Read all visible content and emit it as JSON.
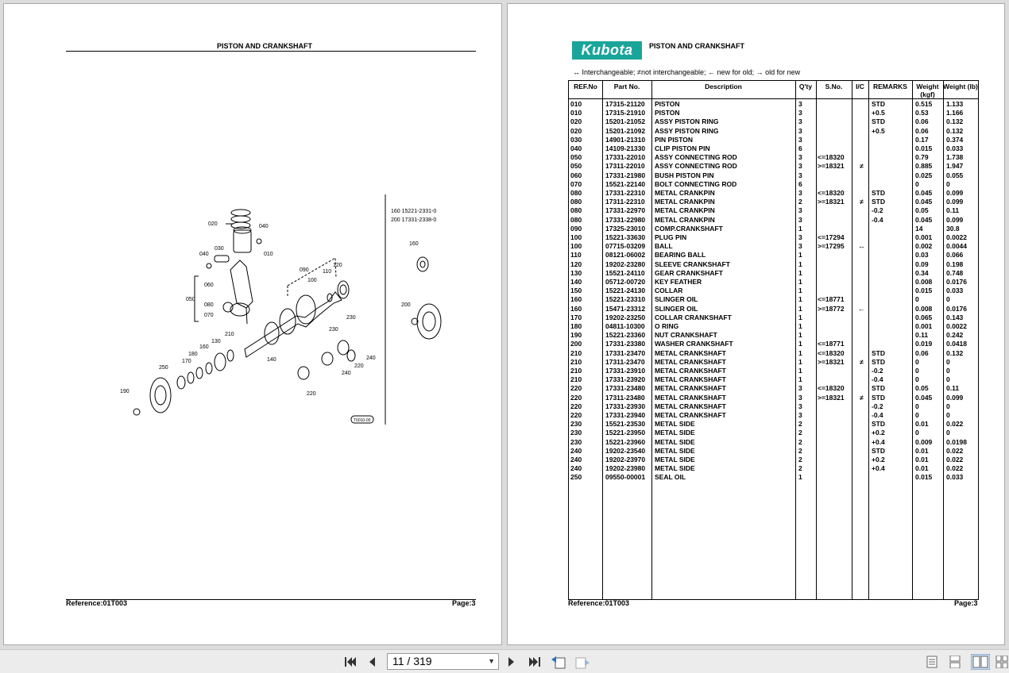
{
  "left_page": {
    "title": "PISTON AND CRANKSHAFT",
    "reference": "Reference:01T003",
    "page": "Page:3",
    "diagram": {
      "notes": [
        "160    15221-2331-0",
        "200    17331-2338-0"
      ],
      "callouts": [
        "020",
        "040",
        "030",
        "010",
        "040",
        "060",
        "050",
        "080",
        "070",
        "090",
        "100",
        "110",
        "120",
        "160",
        "200",
        "210",
        "130",
        "160",
        "180",
        "170",
        "250",
        "190",
        "230",
        "230",
        "240",
        "240",
        "220",
        "220",
        "140",
        "T0010-00"
      ]
    }
  },
  "right_page": {
    "logo": "Kubota",
    "title": "PISTON AND CRANKSHAFT",
    "legend": "↔ Interchangeable;   ≠not interchangeable;   ← new for old;   → old for new",
    "reference": "Reference:01T003",
    "page": "Page:3",
    "table": {
      "headers": [
        "REF.No",
        "Part No.",
        "Description",
        "Q'ty",
        "S.No.",
        "I/C",
        "REMARKS",
        "Weight (kgf)",
        "Weight (lb)"
      ],
      "rows": [
        [
          "010",
          "17315-21120",
          "PISTON",
          "3",
          "",
          "",
          "STD",
          "0.515",
          "1.133"
        ],
        [
          "010",
          "17315-21910",
          "PISTON",
          "3",
          "",
          "",
          "+0.5",
          "0.53",
          "1.166"
        ],
        [
          "020",
          "15201-21052",
          "ASSY PISTON RING",
          "3",
          "",
          "",
          "STD",
          "0.06",
          "0.132"
        ],
        [
          "020",
          "15201-21092",
          "ASSY PISTON RING",
          "3",
          "",
          "",
          "+0.5",
          "0.06",
          "0.132"
        ],
        [
          "030",
          "14901-21310",
          "PIN PISTON",
          "3",
          "",
          "",
          "",
          "0.17",
          "0.374"
        ],
        [
          "040",
          "14109-21330",
          "CLIP PISTON PIN",
          "6",
          "",
          "",
          "",
          "0.015",
          "0.033"
        ],
        [
          "050",
          "17331-22010",
          "ASSY CONNECTING ROD",
          "3",
          "<=18320",
          "",
          "",
          "0.79",
          "1.738"
        ],
        [
          "050",
          "17311-22010",
          "ASSY CONNECTING ROD",
          "3",
          ">=18321",
          "≠",
          "",
          "0.885",
          "1.947"
        ],
        [
          "060",
          "17331-21980",
          "BUSH PISTON PIN",
          "3",
          "",
          "",
          "",
          "0.025",
          "0.055"
        ],
        [
          "070",
          "15521-22140",
          "BOLT CONNECTING ROD",
          "6",
          "",
          "",
          "",
          "0",
          "0"
        ],
        [
          "080",
          "17331-22310",
          "METAL CRANKPIN",
          "3",
          "<=18320",
          "",
          "STD",
          "0.045",
          "0.099"
        ],
        [
          "080",
          "17311-22310",
          "METAL CRANKPIN",
          "2",
          ">=18321",
          "≠",
          "STD",
          "0.045",
          "0.099"
        ],
        [
          "080",
          "17331-22970",
          "METAL CRANKPIN",
          "3",
          "",
          "",
          "-0.2",
          "0.05",
          "0.11"
        ],
        [
          "080",
          "17331-22980",
          "METAL CRANKPIN",
          "3",
          "",
          "",
          "-0.4",
          "0.045",
          "0.099"
        ],
        [
          "090",
          "17325-23010",
          "COMP.CRANKSHAFT",
          "1",
          "",
          "",
          "",
          "14",
          "30.8"
        ],
        [
          "100",
          "15221-33630",
          "PLUG PIN",
          "3",
          "<=17294",
          "",
          "",
          "0.001",
          "0.0022"
        ],
        [
          "100",
          "07715-03209",
          "BALL",
          "3",
          ">=17295",
          "↔",
          "",
          "0.002",
          "0.0044"
        ],
        [
          "110",
          "08121-06002",
          "BEARING BALL",
          "1",
          "",
          "",
          "",
          "0.03",
          "0.066"
        ],
        [
          "120",
          "19202-23280",
          "SLEEVE CRANKSHAFT",
          "1",
          "",
          "",
          "",
          "0.09",
          "0.198"
        ],
        [
          "130",
          "15521-24110",
          "GEAR CRANKSHAFT",
          "1",
          "",
          "",
          "",
          "0.34",
          "0.748"
        ],
        [
          "140",
          "05712-00720",
          "KEY FEATHER",
          "1",
          "",
          "",
          "",
          "0.008",
          "0.0176"
        ],
        [
          "150",
          "15221-24130",
          "COLLAR",
          "1",
          "",
          "",
          "",
          "0.015",
          "0.033"
        ],
        [
          "160",
          "15221-23310",
          "SLINGER OIL",
          "1",
          "<=18771",
          "",
          "",
          "0",
          "0"
        ],
        [
          "160",
          "15471-23312",
          "SLINGER OIL",
          "1",
          ">=18772",
          "←",
          "",
          "0.008",
          "0.0176"
        ],
        [
          "170",
          "19202-23250",
          "COLLAR CRANKSHAFT",
          "1",
          "",
          "",
          "",
          "0.065",
          "0.143"
        ],
        [
          "180",
          "04811-10300",
          "O RING",
          "1",
          "",
          "",
          "",
          "0.001",
          "0.0022"
        ],
        [
          "190",
          "15221-23360",
          "NUT CRANKSHAFT",
          "1",
          "",
          "",
          "",
          "0.11",
          "0.242"
        ],
        [
          "200",
          "17331-23380",
          "WASHER CRANKSHAFT",
          "1",
          "<=18771",
          "",
          "",
          "0.019",
          "0.0418"
        ],
        [
          "210",
          "17331-23470",
          "METAL CRANKSHAFT",
          "1",
          "<=18320",
          "",
          "STD",
          "0.06",
          "0.132"
        ],
        [
          "210",
          "17311-23470",
          "METAL CRANKSHAFT",
          "1",
          ">=18321",
          "≠",
          "STD",
          "0",
          "0"
        ],
        [
          "210",
          "17331-23910",
          "METAL CRANKSHAFT",
          "1",
          "",
          "",
          "-0.2",
          "0",
          "0"
        ],
        [
          "210",
          "17331-23920",
          "METAL CRANKSHAFT",
          "1",
          "",
          "",
          "-0.4",
          "0",
          "0"
        ],
        [
          "220",
          "17331-23480",
          "METAL CRANKSHAFT",
          "3",
          "<=18320",
          "",
          "STD",
          "0.05",
          "0.11"
        ],
        [
          "220",
          "17311-23480",
          "METAL CRANKSHAFT",
          "3",
          ">=18321",
          "≠",
          "STD",
          "0.045",
          "0.099"
        ],
        [
          "220",
          "17331-23930",
          "METAL CRANKSHAFT",
          "3",
          "",
          "",
          "-0.2",
          "0",
          "0"
        ],
        [
          "220",
          "17331-23940",
          "METAL CRANKSHAFT",
          "3",
          "",
          "",
          "-0.4",
          "0",
          "0"
        ],
        [
          "230",
          "15521-23530",
          "METAL SIDE",
          "2",
          "",
          "",
          "STD",
          "0.01",
          "0.022"
        ],
        [
          "230",
          "15221-23950",
          "METAL SIDE",
          "2",
          "",
          "",
          "+0.2",
          "0",
          "0"
        ],
        [
          "230",
          "15221-23960",
          "METAL SIDE",
          "2",
          "",
          "",
          "+0.4",
          "0.009",
          "0.0198"
        ],
        [
          "240",
          "19202-23540",
          "METAL SIDE",
          "2",
          "",
          "",
          "STD",
          "0.01",
          "0.022"
        ],
        [
          "240",
          "19202-23970",
          "METAL SIDE",
          "2",
          "",
          "",
          "+0.2",
          "0.01",
          "0.022"
        ],
        [
          "240",
          "19202-23980",
          "METAL SIDE",
          "2",
          "",
          "",
          "+0.4",
          "0.01",
          "0.022"
        ],
        [
          "250",
          "09550-00001",
          "SEAL OIL",
          "1",
          "",
          "",
          "",
          "0.015",
          "0.033"
        ]
      ]
    }
  },
  "toolbar": {
    "page_indicator": "11 / 319",
    "icons": [
      "first-page-icon",
      "prev-page-icon",
      "next-page-icon",
      "last-page-icon",
      "go-back-icon",
      "go-forward-icon",
      "single-page-view-icon",
      "continuous-view-icon",
      "two-page-view-icon",
      "two-page-continuous-icon"
    ]
  },
  "colors": {
    "logo_bg": "#1aa59a",
    "background": "#dcdcdc"
  }
}
